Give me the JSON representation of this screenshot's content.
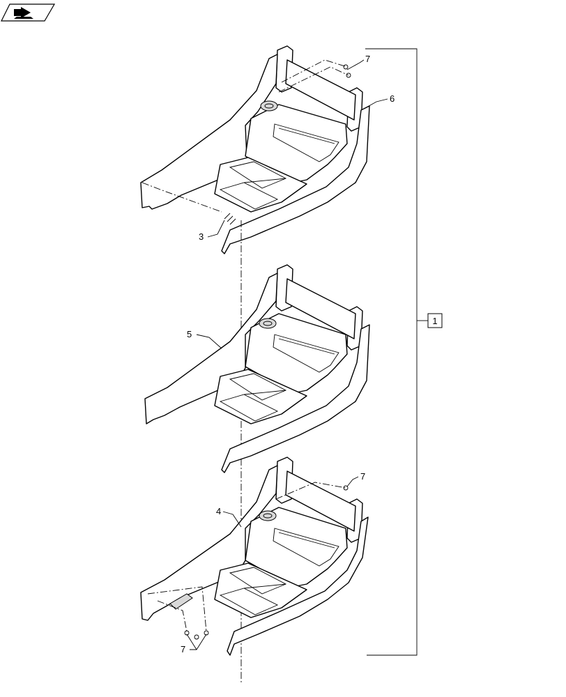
{
  "nav_icon": "arrow-icon",
  "callouts": {
    "c1": "1",
    "c3": "3",
    "c4": "4",
    "c5": "5",
    "c6": "6",
    "c7_top": "7",
    "c7_mid": "7",
    "c7_bottom": "7"
  }
}
